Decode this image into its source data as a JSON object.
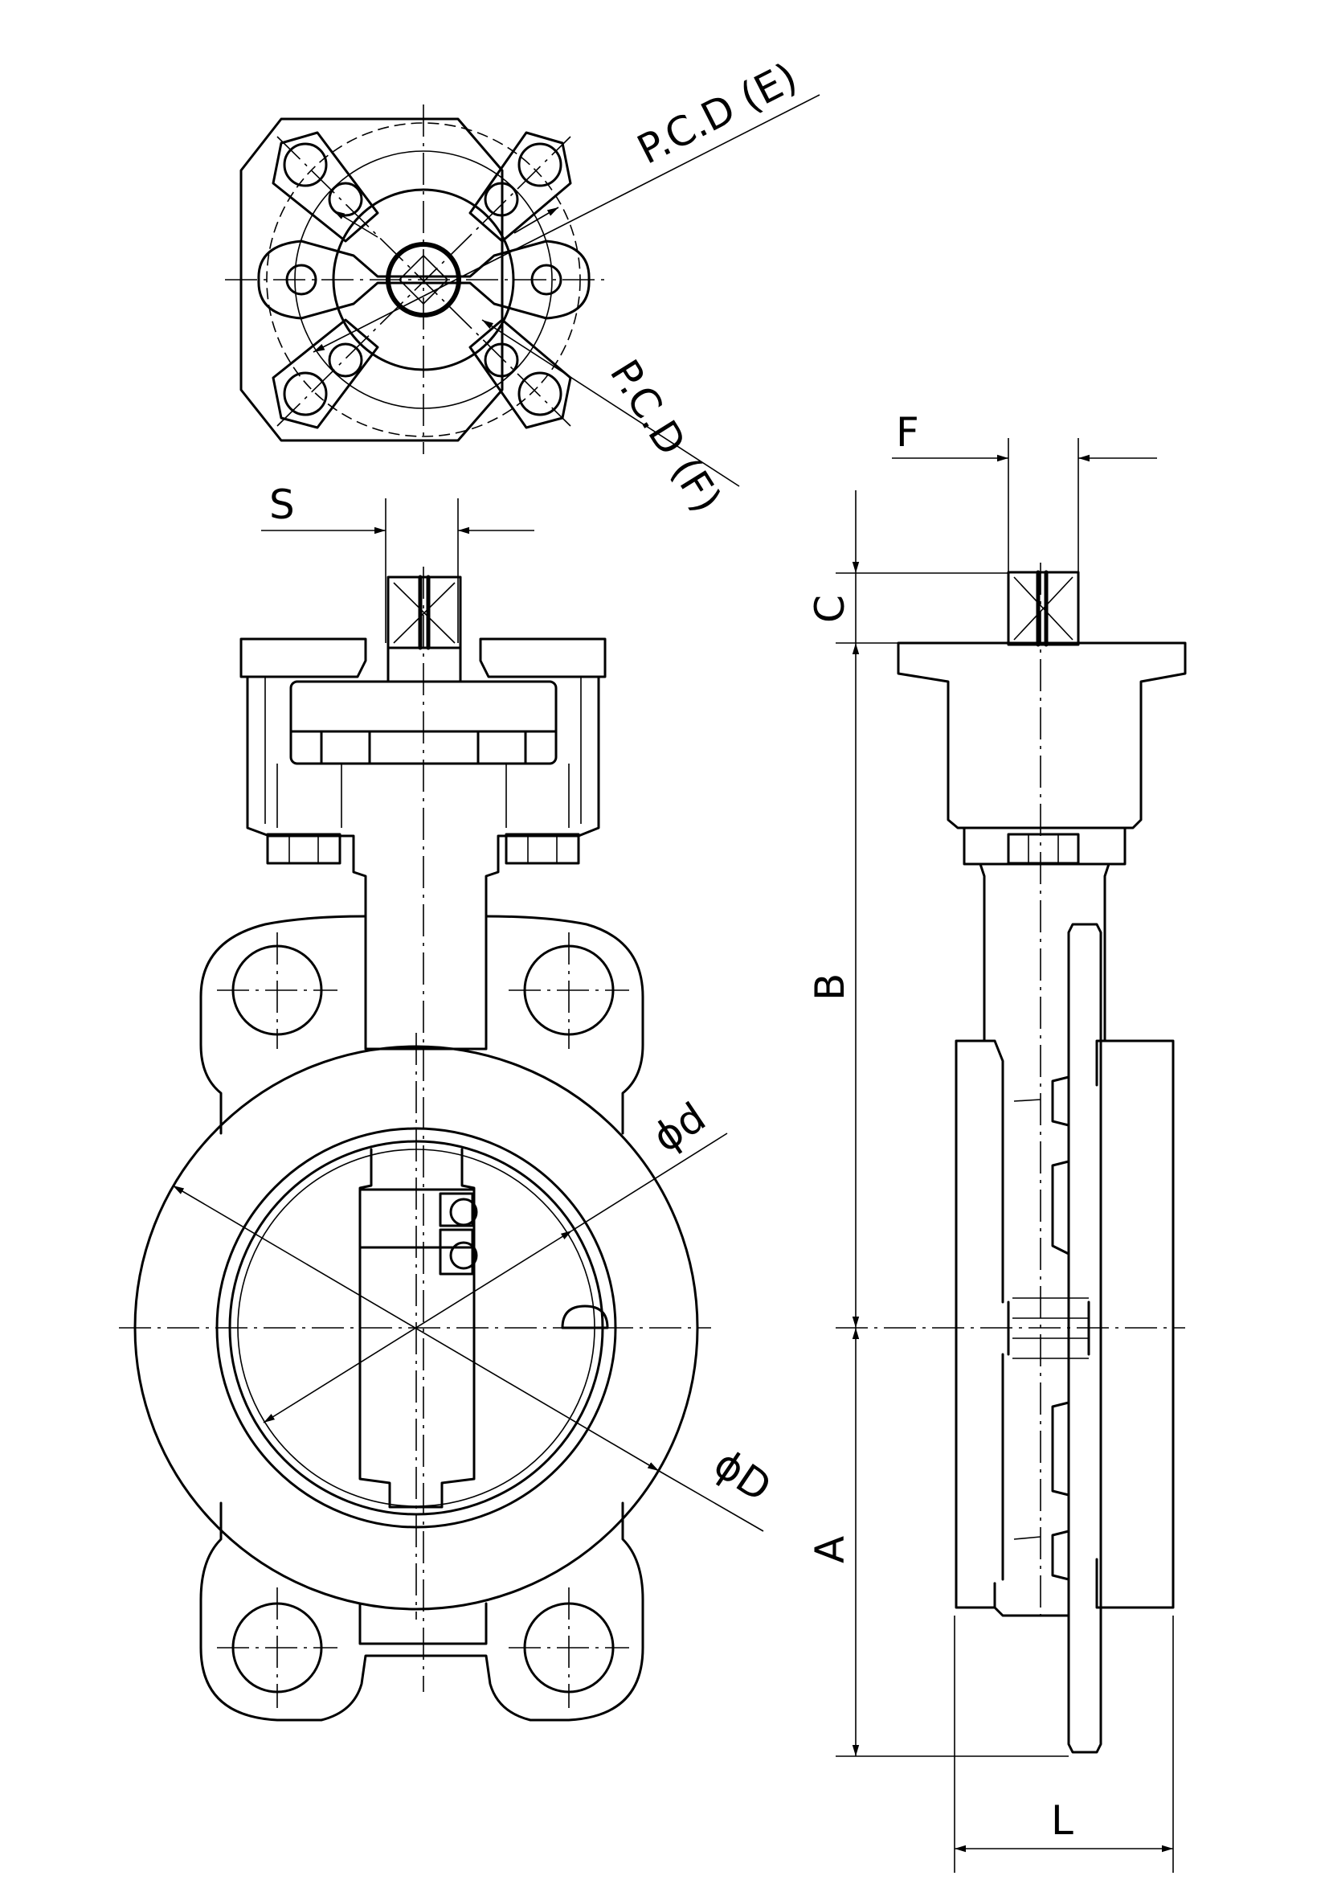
{
  "labels": {
    "pcd_e": "P.C.D (E)",
    "pcd_f": "P.C.D (F)",
    "s": "S",
    "f": "F",
    "c": "C",
    "b": "B",
    "a": "A",
    "phi_d_small": "ϕd",
    "phi_d_large": "ϕD",
    "l": "L"
  }
}
